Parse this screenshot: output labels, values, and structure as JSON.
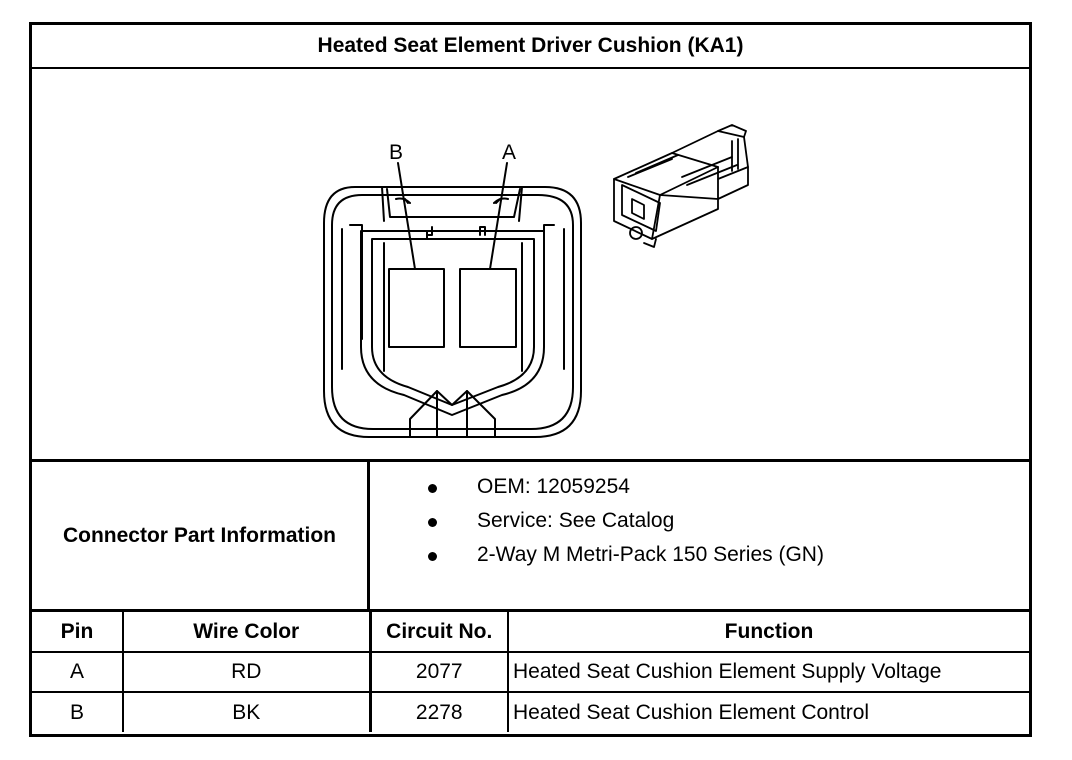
{
  "title": "Heated Seat Element Driver Cushion (KA1)",
  "diagram": {
    "pin_labels": [
      "B",
      "A"
    ]
  },
  "connector_info": {
    "label": "Connector Part Information",
    "items": [
      "OEM: 12059254",
      "Service: See Catalog",
      "2-Way M Metri-Pack 150 Series (GN)"
    ]
  },
  "pin_table": {
    "headers": [
      "Pin",
      "Wire Color",
      "Circuit No.",
      "Function"
    ],
    "rows": [
      {
        "pin": "A",
        "wire_color": "RD",
        "circuit": "2077",
        "function": "Heated Seat Cushion Element Supply Voltage"
      },
      {
        "pin": "B",
        "wire_color": "BK",
        "circuit": "2278",
        "function": "Heated Seat Cushion Element Control"
      }
    ]
  }
}
